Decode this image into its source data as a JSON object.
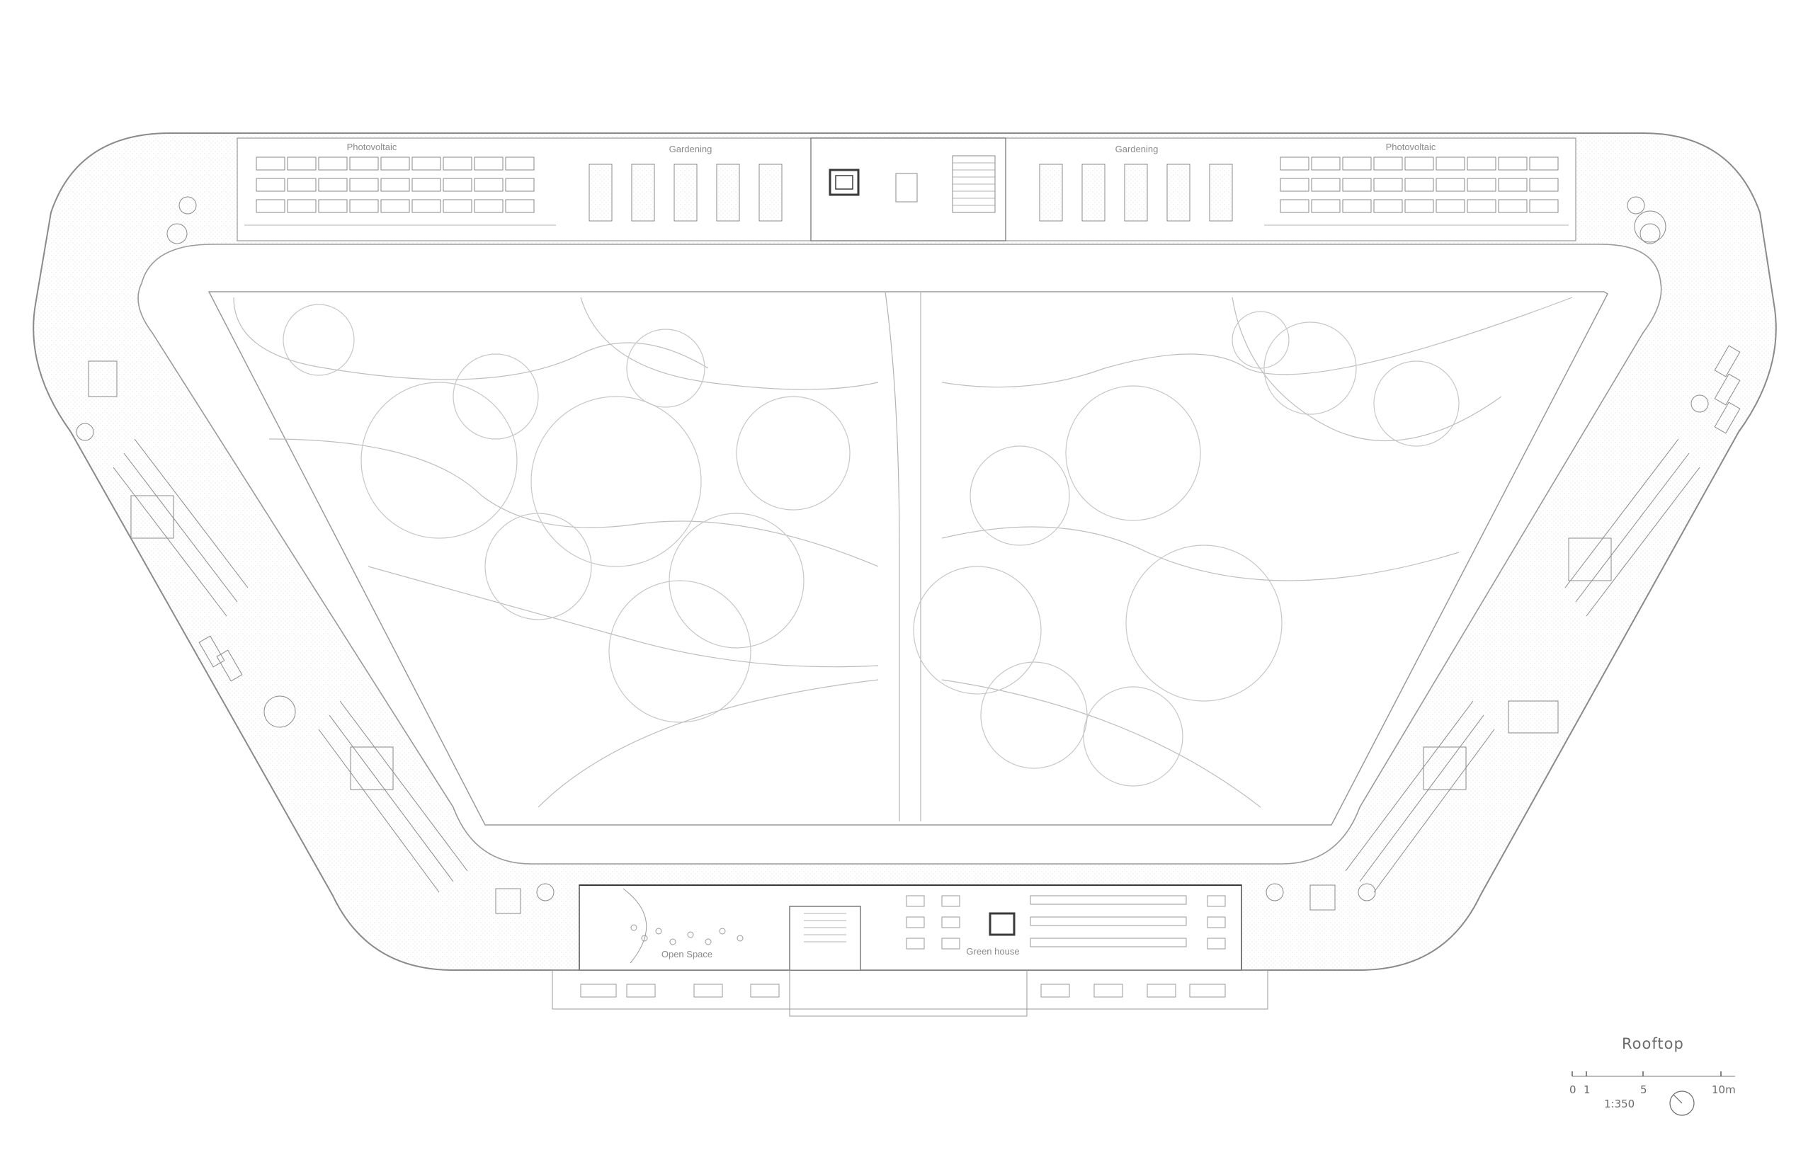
{
  "zones": {
    "photovoltaic_left": "Photovoltaic",
    "gardening_left": "Gardening",
    "gardening_right": "Gardening",
    "photovoltaic_right": "Photovoltaic",
    "open_space": "Open Space",
    "green_house": "Green house"
  },
  "title_block": {
    "title": "Rooftop",
    "scale_ticks": [
      "0",
      "1",
      "5",
      "10m"
    ],
    "ratio": "1:350"
  },
  "colors": {
    "line": "#9a9a9a",
    "line_dark": "#4a4a4a",
    "vegetation": "#c6c6c6"
  }
}
